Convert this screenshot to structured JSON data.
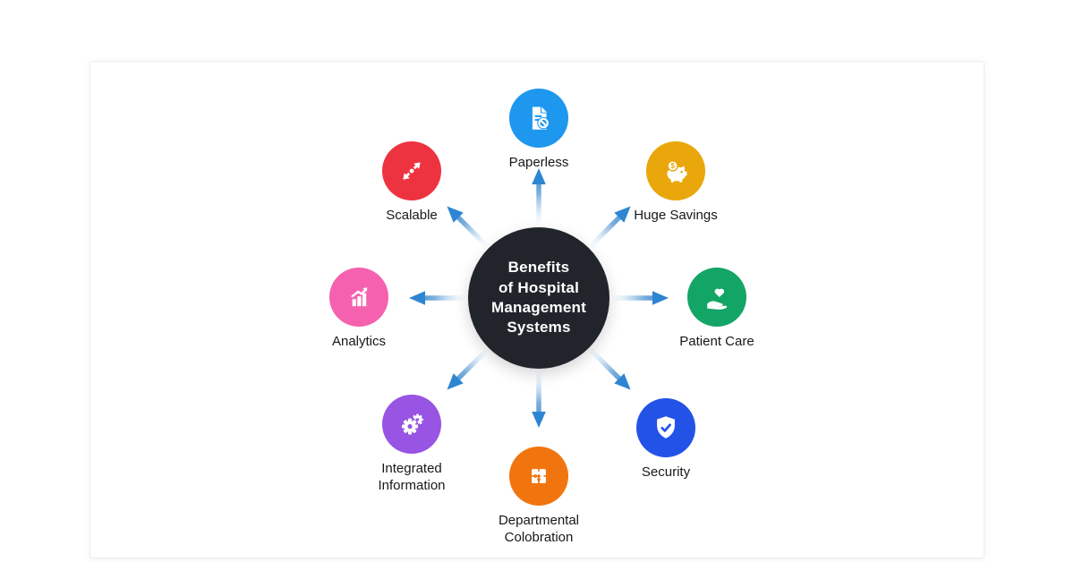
{
  "center": {
    "title": "Benefits\nof Hospital\nManagement\nSystems",
    "bg": "#21252b",
    "text_color": "#ffffff"
  },
  "arrows": {
    "head_color": "#2e85d2",
    "mid_color": "#5b9bd5",
    "tail_color": "#cfe3f4"
  },
  "nodes": {
    "paperless": {
      "label": "Paperless",
      "color": "#1e97ee",
      "icon": "document-blocked-icon"
    },
    "savings": {
      "label": "Huge Savings",
      "color": "#e9a70b",
      "icon": "piggy-bank-icon"
    },
    "patient": {
      "label": "Patient Care",
      "color": "#13a565",
      "icon": "heart-in-hand-icon"
    },
    "security": {
      "label": "Security",
      "color": "#2353e6",
      "icon": "shield-check-icon"
    },
    "departmental": {
      "label": "Departmental Colobration",
      "color": "#f1750f",
      "icon": "puzzle-icon"
    },
    "integrated": {
      "label": "Integrated Information",
      "color": "#9854e3",
      "icon": "gears-icon"
    },
    "analytics": {
      "label": "Analytics",
      "color": "#f561af",
      "icon": "bar-chart-icon"
    },
    "scalable": {
      "label": "Scalable",
      "color": "#ee3340",
      "icon": "resize-arrows-icon"
    }
  }
}
